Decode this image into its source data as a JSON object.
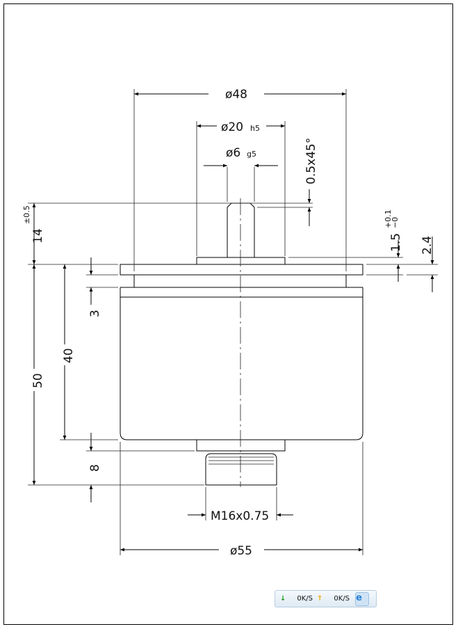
{
  "drawing": {
    "dims": {
      "d48": "ø48",
      "d20": "ø20",
      "d20_tol": "h5",
      "d6": "ø6",
      "d6_tol": "g5",
      "chamfer": "0.5x45°",
      "h14": "14",
      "h14_tol": "±0.5",
      "h50": "50",
      "h40": "40",
      "h3": "3",
      "h8": "8",
      "h1_5": "1.5",
      "h1_5_tol_plus": "+0.1",
      "h1_5_tol_minus": "−0",
      "h2_4": "2.4",
      "thread": "M16x0.75",
      "d55": "ø55"
    }
  },
  "net_widget": {
    "down_icon": "arrow-down-icon",
    "down_speed": "0K/S",
    "up_icon": "arrow-up-icon",
    "up_speed": "0K/S",
    "browser_icon": "ie-icon",
    "colors": {
      "down": "#1a9a1a",
      "up": "#f0a800"
    }
  }
}
